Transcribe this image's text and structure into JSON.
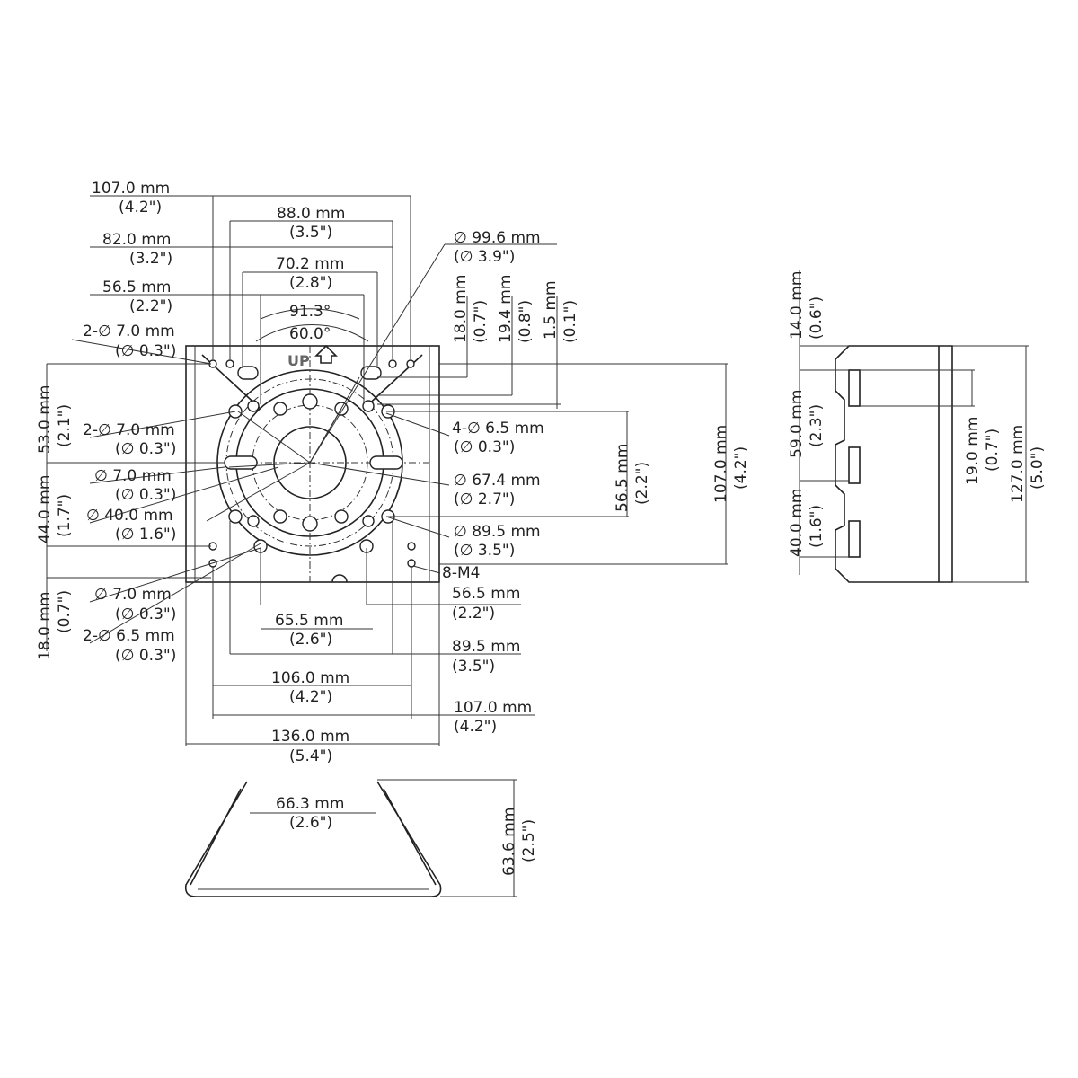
{
  "diagram": {
    "up_label": "UP",
    "labels": {
      "t107": "107.0 mm",
      "t107i": "(4.2\")",
      "t88": "88.0 mm",
      "t88i": "(3.5\")",
      "t82": "82.0 mm",
      "t82i": "(3.2\")",
      "t70": "70.2 mm",
      "t70i": "(2.8\")",
      "t565": "56.5 mm",
      "t565i": "(2.2\")",
      "a913": "91.3°",
      "a600": "60.0°",
      "h2d70a": "2-∅ 7.0 mm",
      "h2d70ai": "(∅ 0.3\")",
      "h2d70b": "2-∅ 7.0 mm",
      "h2d70bi": "(∅ 0.3\")",
      "hd70": "∅ 7.0 mm",
      "hd70i": "(∅ 0.3\")",
      "hd400": "∅ 40.0 mm",
      "hd400i": "(∅ 1.6\")",
      "hd70c": "∅ 7.0 mm",
      "hd70ci": "(∅ 0.3\")",
      "h2d65": "2-∅ 6.5 mm",
      "h2d65i": "(∅ 0.3\")",
      "d996": "∅ 99.6 mm",
      "d996i": "(∅ 3.9\")",
      "h4d65": "4-∅ 6.5 mm",
      "h4d65i": "(∅ 0.3\")",
      "d674": "∅ 67.4 mm",
      "d674i": "(∅ 2.7\")",
      "d895": "∅ 89.5 mm",
      "d895i": "(∅ 3.5\")",
      "m4": "8-M4",
      "b565": "56.5 mm",
      "b565i": "(2.2\")",
      "b655": "65.5 mm",
      "b655i": "(2.6\")",
      "b895": "89.5 mm",
      "b895i": "(3.5\")",
      "b106": "106.0 mm",
      "b106i": "(4.2\")",
      "b107": "107.0 mm",
      "b107i": "(4.2\")",
      "b136": "136.0 mm",
      "b136i": "(5.4\")",
      "v180": "18.0 mm",
      "v180i": "(0.7\")",
      "v194": "19.4 mm",
      "v194i": "(0.8\")",
      "v15": "1.5 mm",
      "v15i": "(0.1\")",
      "l530": "53.0 mm",
      "l530i": "(2.1\")",
      "l440": "44.0 mm",
      "l440i": "(1.7\")",
      "l180": "18.0 mm",
      "l180i": "(0.7\")",
      "r565": "56.5 mm",
      "r565i": "(2.2\")",
      "r107": "107.0 mm",
      "r107i": "(4.2\")",
      "s140": "14.0 mm",
      "s140i": "(0.6\")",
      "s590": "59.0 mm",
      "s590i": "(2.3\")",
      "s400": "40.0 mm",
      "s400i": "(1.6\")",
      "s190": "19.0 mm",
      "s190i": "(0.7\")",
      "s127": "127.0 mm",
      "s127i": "(5.0\")",
      "p663": "66.3 mm",
      "p663i": "(2.6\")",
      "p636": "63.6 mm",
      "p636i": "(2.5\")"
    }
  }
}
